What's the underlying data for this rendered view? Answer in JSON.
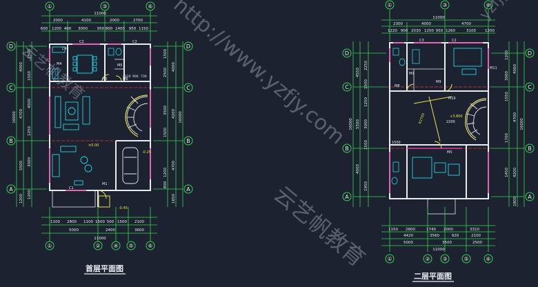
{
  "colors": {
    "background": "#1c2230",
    "dimension": "#33d94a",
    "grid_axis": "#33d94a",
    "wall": "#e9edf2",
    "axis_line": "#e0373b",
    "furniture": "#25d7e6",
    "door": "#e8e24a",
    "magenta": "#e03aa0",
    "text": "#e9edf2",
    "watermark": "#8a93a3"
  },
  "plan1": {
    "title": "首层平面图",
    "top_axes": [
      "①",
      "③",
      "⑥"
    ],
    "bottom_axes": [
      "①",
      "②",
      "④",
      "⑤",
      "⑥"
    ],
    "left_axes": [
      "D",
      "C",
      "B",
      "A"
    ],
    "right_axes": [
      "D",
      "C",
      "B",
      "A"
    ],
    "top_total": "11000",
    "top_row1": [
      "2000",
      "4100",
      "2000",
      "2700"
    ],
    "top_row2": [
      "600",
      "1200",
      "400",
      "3000",
      "950",
      "800",
      "1400",
      "950",
      "1150"
    ],
    "bottom_row1": [
      "1100",
      "2800",
      "1100",
      "1500",
      "500",
      "1500",
      "2100"
    ],
    "bottom_row2": [
      "5000",
      "2400",
      "3600"
    ],
    "bottom_total": "11000",
    "left_total": "16000",
    "left_segments": [
      "4000",
      "4700",
      "5500",
      "1200"
    ],
    "left_inner": [
      "2500",
      "1500",
      "4500",
      "1250",
      "3000",
      "1200"
    ],
    "right_segments": [
      "4000",
      "4200",
      "4700",
      "1650"
    ],
    "right_inner": [
      "1500",
      "2500",
      "3500",
      "1500",
      "1200",
      "800"
    ],
    "rooms": {
      "m4": "M4",
      "m5": "M5",
      "m6": "M6",
      "m3": "M3",
      "m1": "M1",
      "c2": "C2",
      "c2b": "C2",
      "c1": "C1",
      "c4": "C4"
    },
    "labels": {
      "elev0": "±0.00",
      "elev1": "-0.25",
      "elev2": "-0.45",
      "dims_wc": [
        "2310",
        "900",
        "730"
      ]
    }
  },
  "plan2": {
    "title": "二层平面图",
    "top_axes": [
      "①",
      "③",
      "⑥"
    ],
    "bottom_axes": [
      "①",
      "②",
      "③",
      "⑤",
      "⑥"
    ],
    "left_axes": [
      "D",
      "C",
      "B",
      "A"
    ],
    "right_axes": [
      "D",
      "C",
      "B",
      "A"
    ],
    "top_total": "11000",
    "top_row1": [
      "2300",
      "4000",
      "4700"
    ],
    "top_row2": [
      "1220",
      "900",
      "2030",
      "1200",
      "950",
      "1260",
      "3100",
      "1200"
    ],
    "bottom_row1": [
      "1150",
      "2800",
      "1740",
      "2000",
      "3310"
    ],
    "bottom_row2": [
      "4420",
      "3560",
      "920",
      "2100"
    ],
    "bottom_row3": [
      "5000",
      "3500",
      "2500"
    ],
    "bottom_total": "11000",
    "left_total": "16000",
    "left_segments": [
      "4550",
      "5500",
      "4000"
    ],
    "left_inner": [
      "2250",
      "1500",
      "1250",
      "3000",
      "1500",
      "1950"
    ],
    "right_segments": [
      "4000",
      "4700",
      "4200",
      "1800"
    ],
    "right_inner": [
      "1200",
      "3000",
      "1550",
      "1700",
      "1450"
    ],
    "rooms": {
      "m9a": "M9",
      "m9b": "M9",
      "m5": "M5",
      "m11": "M11",
      "m8": "M8",
      "m10": "M10",
      "c3": "C3",
      "c2": "C2"
    },
    "labels": {
      "elev": "+3.800",
      "radius": "R2700",
      "dim2200": "2200",
      "dim1500": "1500"
    }
  },
  "watermarks": [
    "http://www.yzfjy.com",
    "云艺帆教育",
    "yzfjy.com",
    "云艺帆教育"
  ]
}
